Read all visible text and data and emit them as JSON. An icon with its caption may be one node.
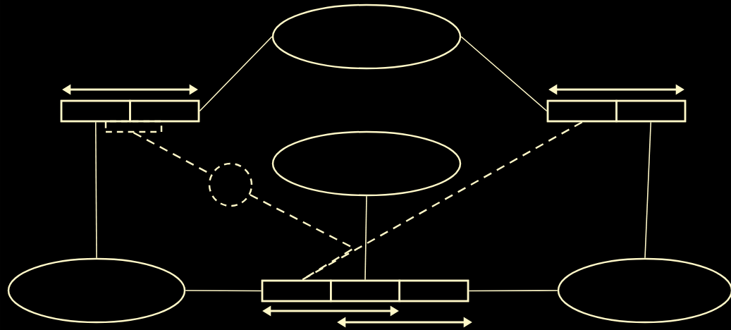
{
  "diagram": {
    "nodes": [
      {
        "text": [],
        "shape": "ellipse"
      },
      {
        "text": [],
        "shape": "box"
      },
      {
        "text": [],
        "shape": "box",
        "in": 1
      },
      {
        "text": [],
        "shape": "box",
        "in": 1
      },
      {
        "text": [],
        "shape": "box"
      },
      {
        "text": [],
        "shape": "box",
        "in": 4
      },
      {
        "text": [],
        "shape": "box",
        "in": 4
      },
      {
        "text": [],
        "shape": "box"
      },
      {
        "text": [],
        "shape": "ellipse"
      },
      {
        "text": [],
        "shape": "circle"
      },
      {
        "text": [],
        "shape": "ellipse"
      },
      {
        "text": [],
        "shape": "box"
      },
      {
        "text": [],
        "shape": "box",
        "in": 11
      },
      {
        "text": [],
        "shape": "box",
        "in": 11
      },
      {
        "text": [],
        "shape": "box",
        "in": 11
      },
      {
        "text": [],
        "shape": "ellipse"
      }
    ],
    "edges": [
      {
        "from": 0,
        "to": 1,
        "arrow": "none"
      },
      {
        "from": 0,
        "to": 4,
        "arrow": "none"
      },
      {
        "from": 2,
        "to": 10,
        "arrow": "none"
      },
      {
        "from": 6,
        "to": 15,
        "arrow": "none"
      },
      {
        "from": 8,
        "to": 13,
        "arrow": "none"
      },
      {
        "from": 10,
        "to": 11,
        "arrow": "none"
      },
      {
        "from": 11,
        "to": 15,
        "arrow": "none"
      },
      {
        "from": 7,
        "to": 9,
        "arrow": "none",
        "style": "dashed"
      },
      {
        "from": 9,
        "to": 12,
        "arrow": "none",
        "style": "dashed"
      },
      {
        "from": 5,
        "to": 12,
        "arrow": "none",
        "style": "dashed"
      }
    ]
  }
}
